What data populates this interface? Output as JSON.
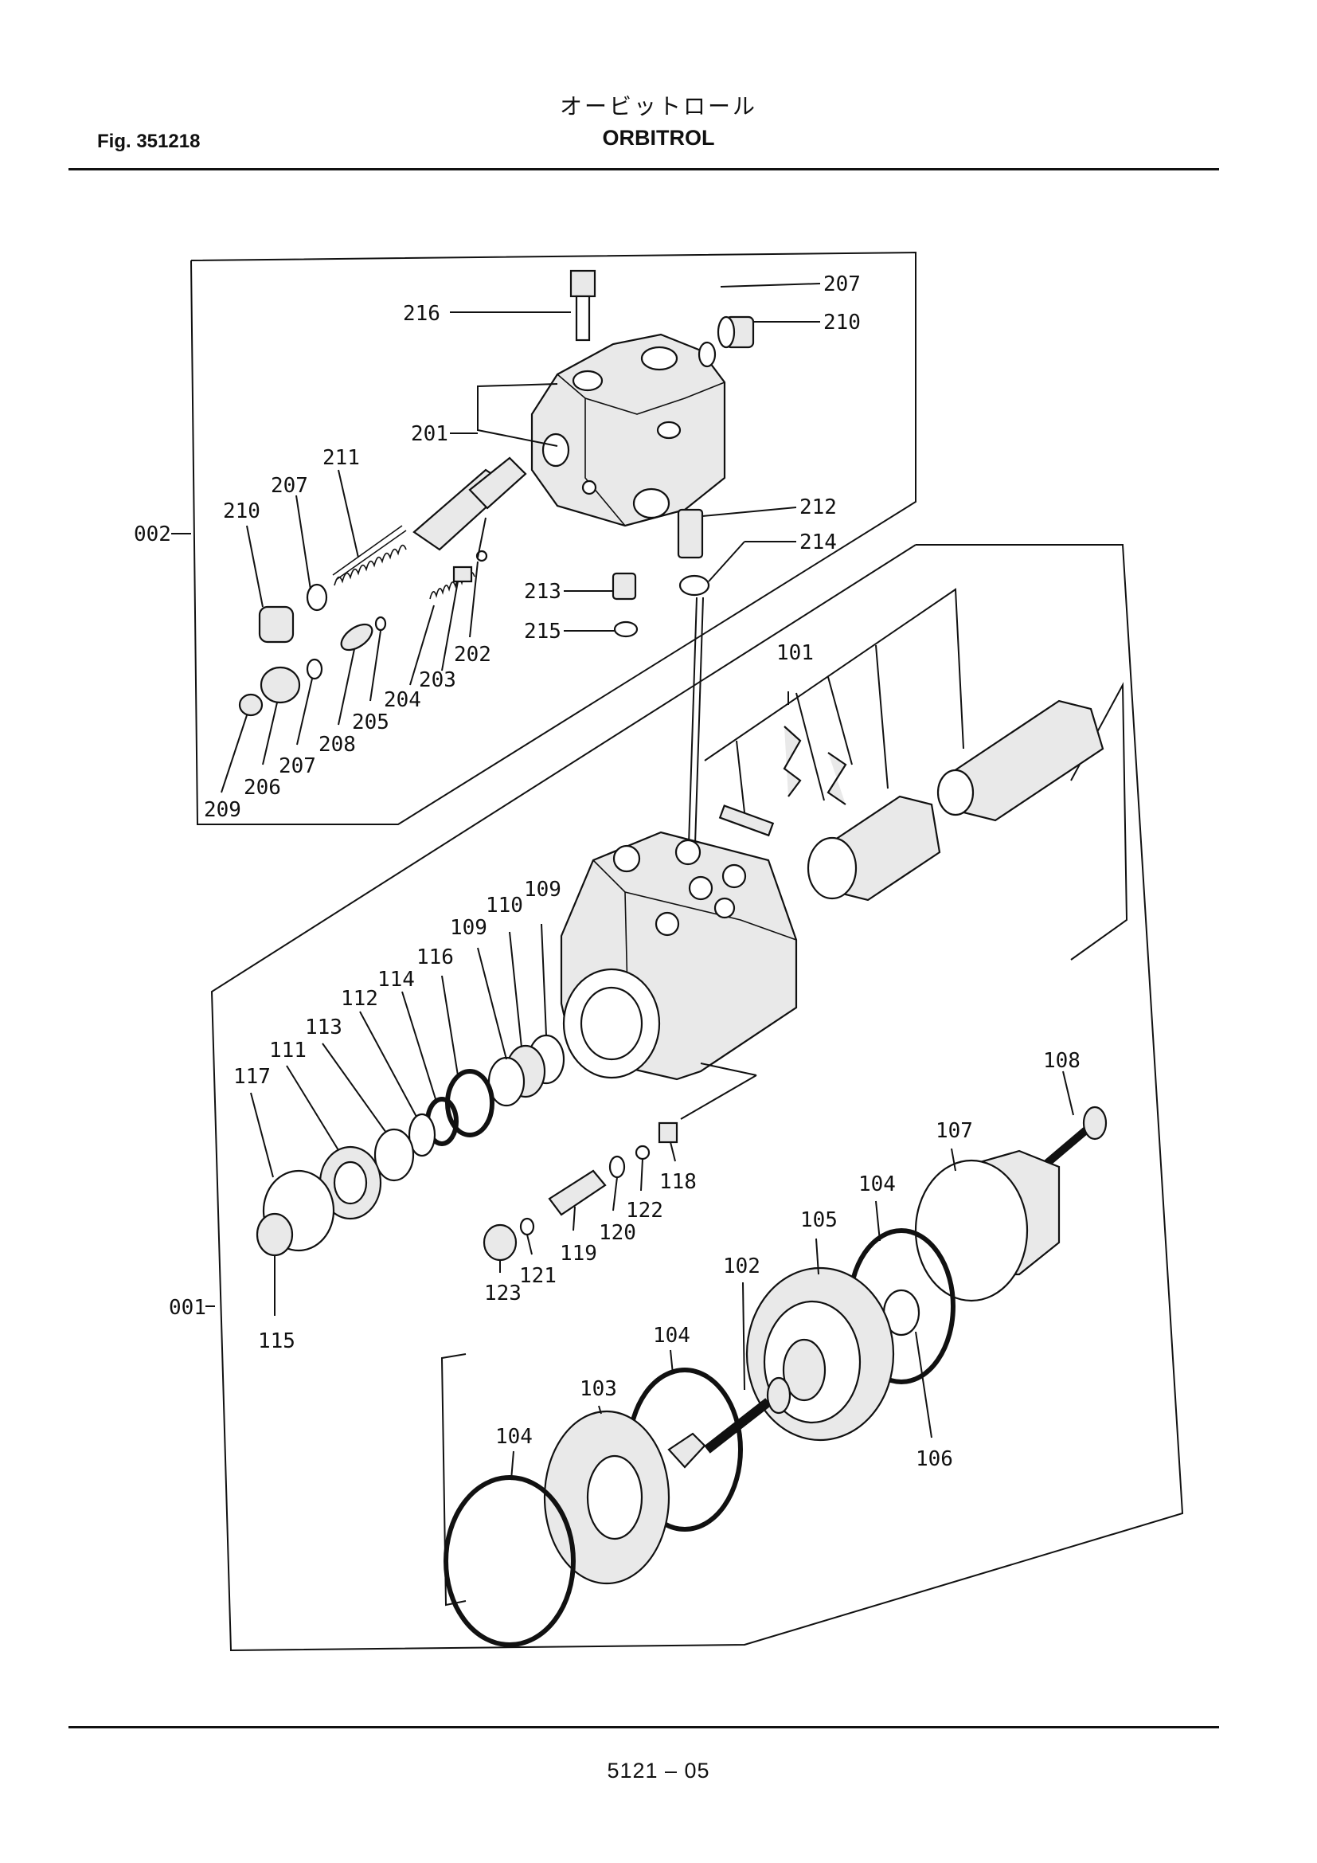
{
  "header": {
    "fig_label": "Fig. 351218",
    "title_jp": "オービットロール",
    "title_en": "ORBITROL"
  },
  "footer": {
    "page_number": "5121 – 05"
  },
  "assemblies": {
    "a002": "002",
    "a001": "001"
  },
  "callouts": {
    "c216": "216",
    "c207a": "207",
    "c210a": "210",
    "c201": "201",
    "c211": "211",
    "c207b": "207",
    "c210b": "210",
    "c212": "212",
    "c214": "214",
    "c213": "213",
    "c215": "215",
    "c202": "202",
    "c203": "203",
    "c204": "204",
    "c205": "205",
    "c208": "208",
    "c207c": "207",
    "c206": "206",
    "c209": "209",
    "c101": "101",
    "c110": "110",
    "c109a": "109",
    "c109b": "109",
    "c116": "116",
    "c114": "114",
    "c112": "112",
    "c113": "113",
    "c111": "111",
    "c117": "117",
    "c115": "115",
    "c118": "118",
    "c122": "122",
    "c120": "120",
    "c119": "119",
    "c121": "121",
    "c123": "123",
    "c108": "108",
    "c107": "107",
    "c104a": "104",
    "c105": "105",
    "c102": "102",
    "c104b": "104",
    "c103": "103",
    "c104c": "104",
    "c106": "106"
  }
}
